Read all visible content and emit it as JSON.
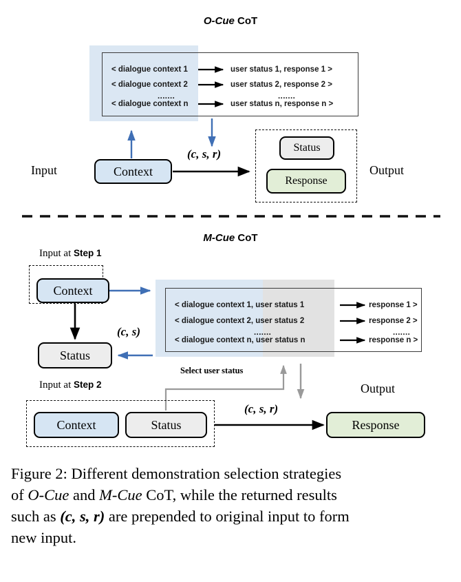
{
  "figure": {
    "caption_line1": "Figure 2:  Different demonstration selection strategies",
    "caption_line2_a": "of ",
    "caption_line2_b": "O-Cue",
    "caption_line2_c": " and ",
    "caption_line2_d": "M-Cue",
    "caption_line2_e": " CoT, while the returned results",
    "caption_line3_a": "such as ",
    "caption_line3_b": "(c, s, r)",
    "caption_line3_c": " are prepended to original input to form",
    "caption_line4": "new input."
  },
  "ocue": {
    "title_italic": "O-Cue",
    "title_rest": " CoT",
    "rows": [
      {
        "left": "< dialogue context 1",
        "right": "user status 1, response 1 >"
      },
      {
        "left": "< dialogue context 2",
        "right": "user status 2, response 2 >"
      },
      {
        "left": "< dialogue context n",
        "right": "user status n, response n >"
      }
    ],
    "ellipsis_left": ".......",
    "ellipsis_right": ".......",
    "input_label": "Input",
    "output_label": "Output",
    "context_label": "Context",
    "status_label": "Status",
    "response_label": "Response",
    "tuple_csr": "(c, s, r)"
  },
  "mcue": {
    "title_italic": "M-Cue",
    "title_rest": " CoT",
    "rows": [
      {
        "left": "< dialogue context 1, user status 1",
        "right": "response 1 >"
      },
      {
        "left": "< dialogue context 2, user status 2",
        "right": "response 2 >"
      },
      {
        "left": "< dialogue context n, user status n",
        "right": "response n >"
      }
    ],
    "ellipsis_left": ".......",
    "ellipsis_right": ".......",
    "step1_label_a": "Input at ",
    "step1_label_b": "Step 1",
    "step2_label_a": "Input at ",
    "step2_label_b": "Step 2",
    "output_label": "Output",
    "context_label": "Context",
    "status_label": "Status",
    "context_label2": "Context",
    "status_label2": "Status",
    "response_label": "Response",
    "tuple_cs": "(c, s)",
    "tuple_csr": "(c, s, r)",
    "select_label": "Select user status"
  },
  "colors": {
    "blue_fill": "#d6e5f3",
    "blue_highlight": "#dbe7f3",
    "gray_fill": "#ededed",
    "gray_highlight": "#e2e2e2",
    "green_fill": "#e2eed7",
    "blue_arrow": "#3f6fb5",
    "gray_arrow": "#9a9a9a",
    "black": "#000000"
  }
}
